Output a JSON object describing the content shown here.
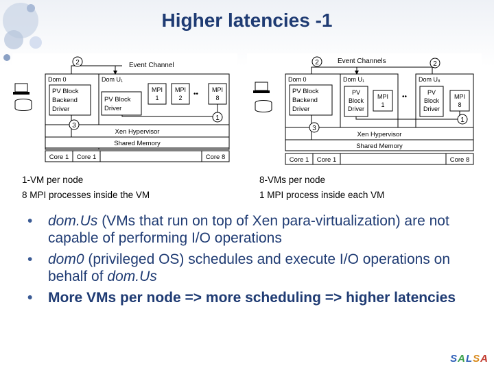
{
  "slide": {
    "title": "Higher latencies -1",
    "logo": [
      "S",
      "A",
      "L",
      "S",
      "A"
    ]
  },
  "diagram_left": {
    "dom0": "Dom 0",
    "domU": "Dom U₁",
    "event_channel": "Event Channel",
    "pv_block_backend": [
      "PV Block",
      "Backend",
      "Driver"
    ],
    "pv_block_driver": [
      "PV Block",
      "Driver"
    ],
    "mpi_1": [
      "MPI",
      "1"
    ],
    "mpi_2": [
      "MPI",
      "2"
    ],
    "mpi_8": [
      "MPI",
      "8"
    ],
    "dots": "••",
    "step_1": "1",
    "step_2": "2",
    "step_3": "3",
    "hypervisor": "Xen Hypervisor",
    "shared_memory": "Shared Memory",
    "core_left_a": "Core 1",
    "core_left_b": "Core 1",
    "core_right": "Core 8"
  },
  "diagram_right": {
    "dom0": "Dom 0",
    "domU1": "Dom U₁",
    "domU8": "Dom U₈",
    "event_channels": "Event Channels",
    "pv_block_backend": [
      "PV Block",
      "Backend",
      "Driver"
    ],
    "pv_u1": [
      "PV",
      "Block",
      "Driver"
    ],
    "mpi_1": [
      "MPI",
      "1"
    ],
    "pv_u8": [
      "PV",
      "Block",
      "Driver"
    ],
    "mpi_8": [
      "MPI",
      "8"
    ],
    "dots": "••",
    "step_1": "1",
    "step_2": "2",
    "step_3": "3",
    "hypervisor": "Xen Hypervisor",
    "shared_memory": "Shared Memory",
    "core_left_a": "Core 1",
    "core_left_b": "Core 1",
    "core_right": "Core 8"
  },
  "captions": {
    "left": [
      "1-VM per node",
      "8 MPI processes inside the VM"
    ],
    "right": [
      "8-VMs per node",
      "1 MPI process inside each VM"
    ]
  },
  "bullets": {
    "b1_em": "dom.Us",
    "b1_rest": " (VMs that run on top of Xen para-virtualization) are not capable of performing I/O operations",
    "b2_em": "dom0",
    "b2_mid": " (privileged OS) schedules and execute I/O operations on behalf of ",
    "b2_em2": "dom.Us",
    "b3": "More VMs per node => more scheduling => higher latencies"
  }
}
